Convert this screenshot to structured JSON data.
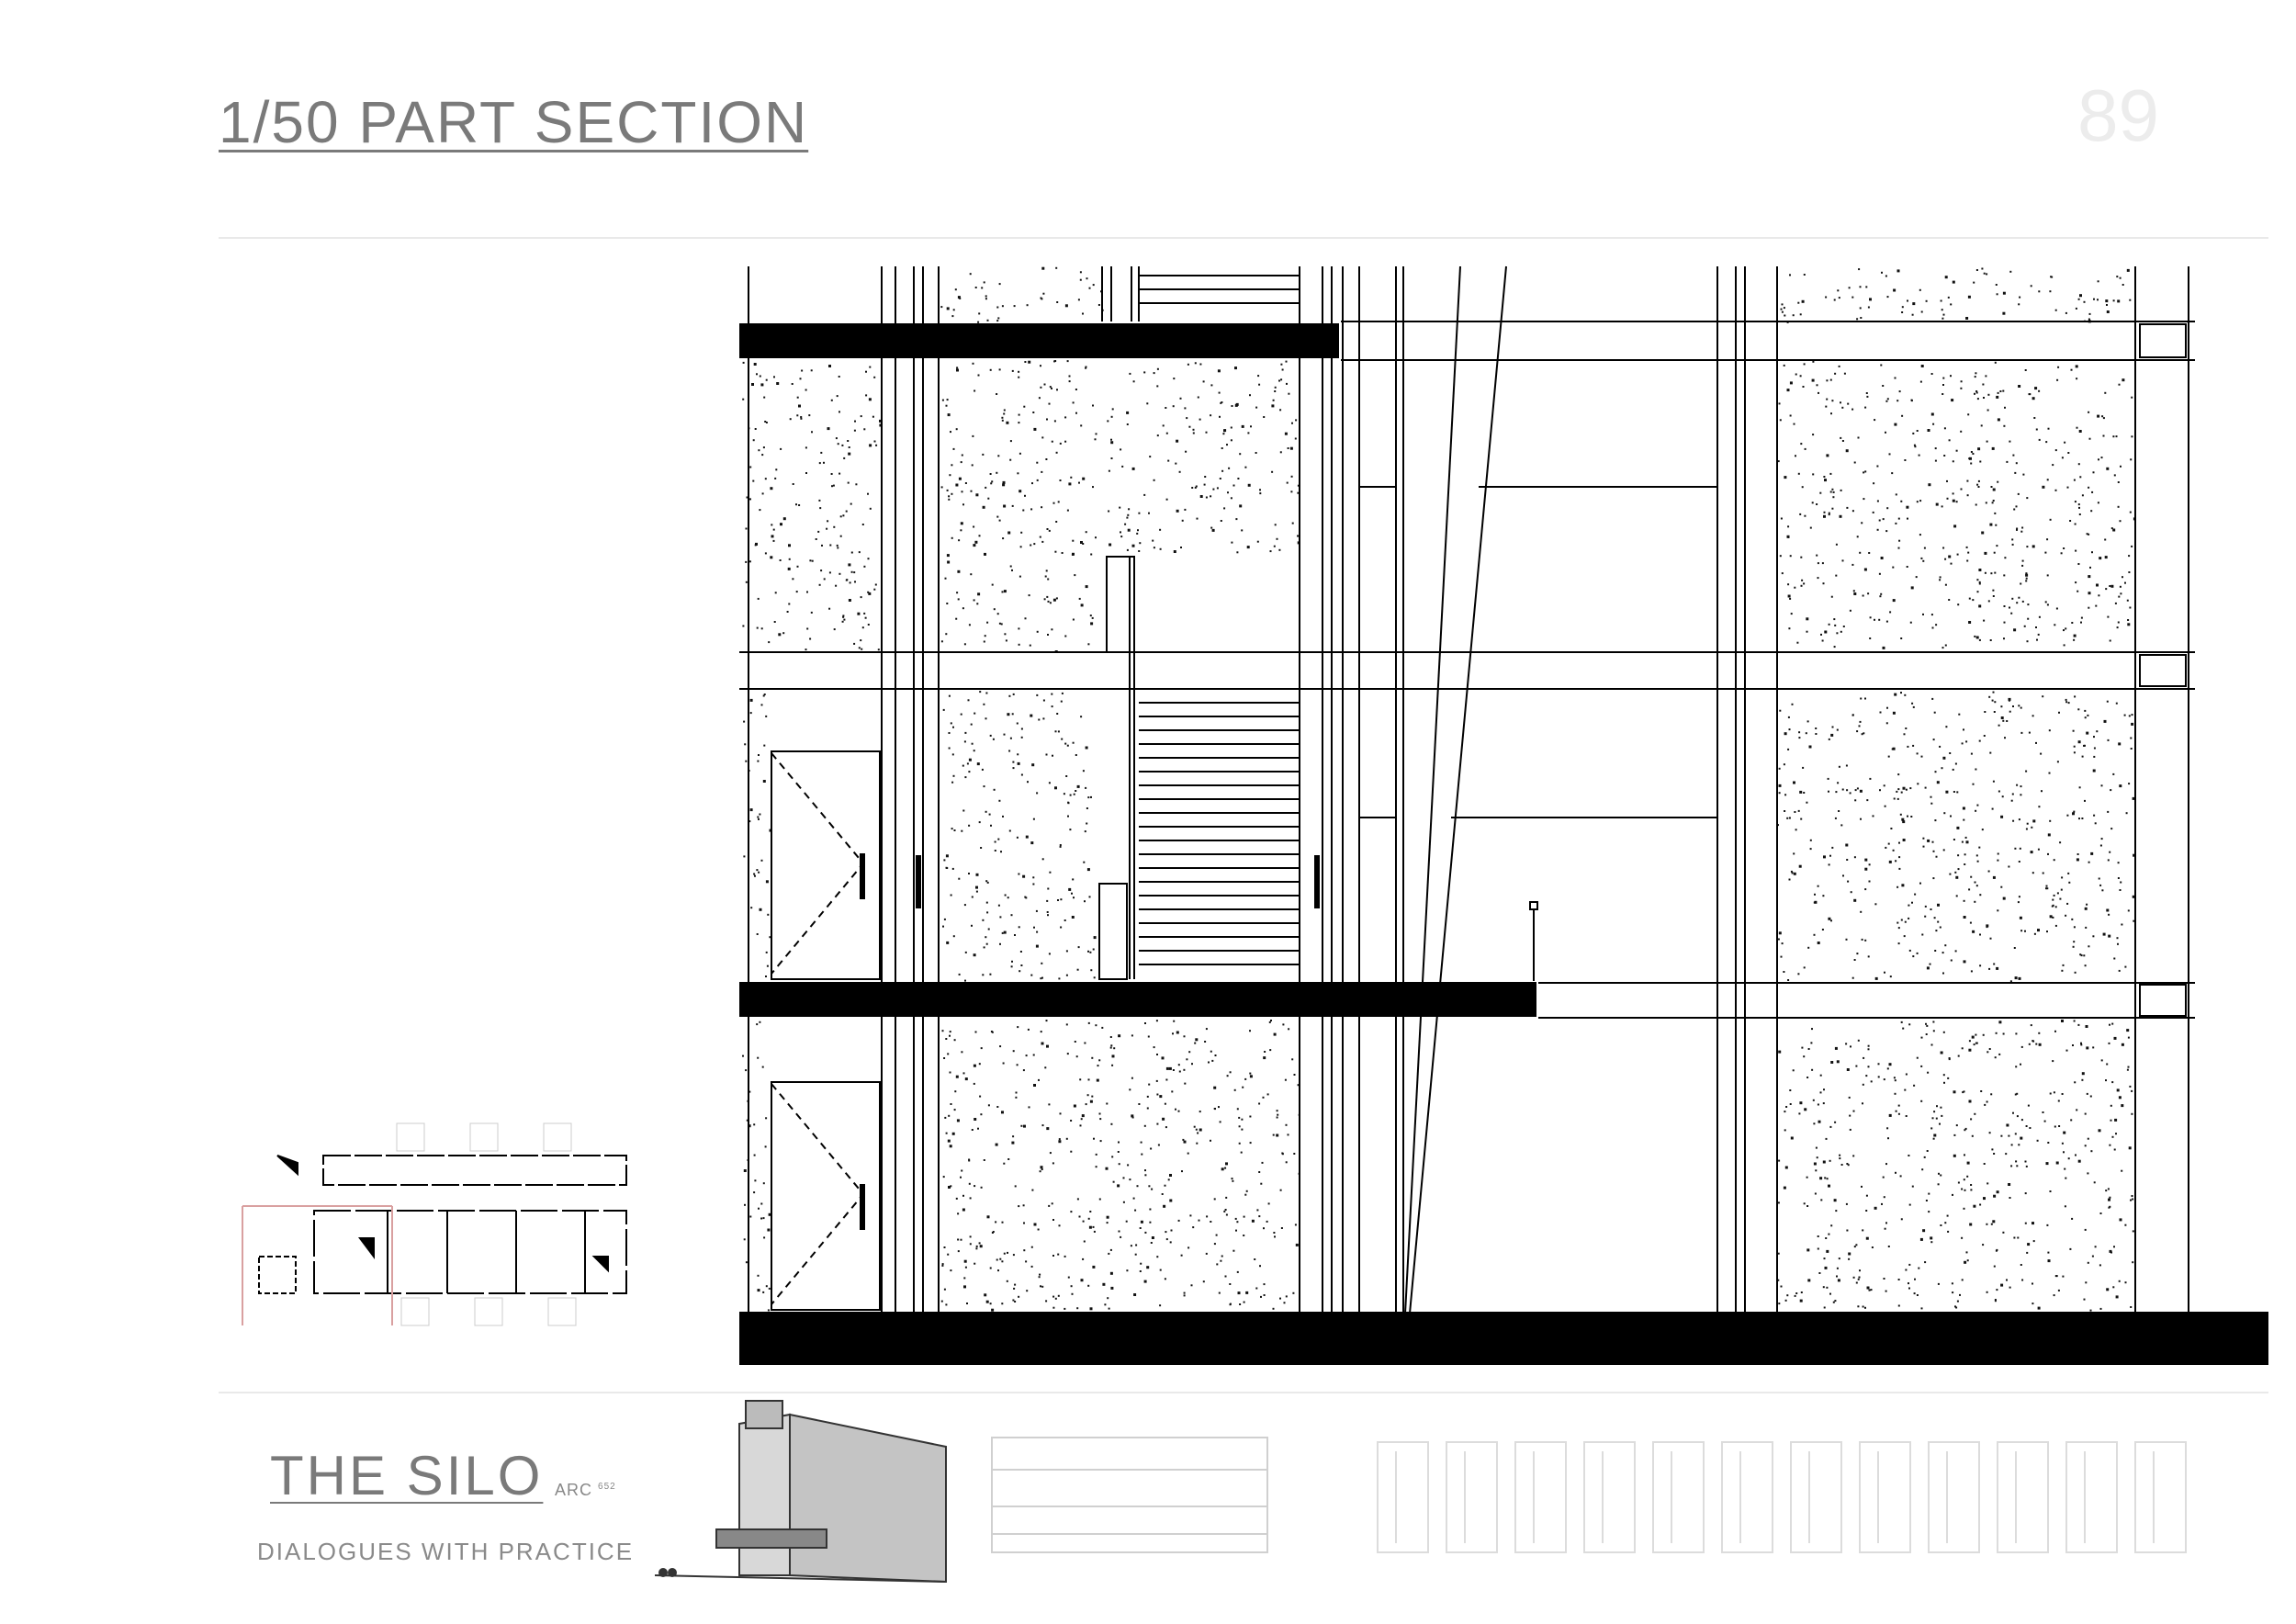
{
  "header": {
    "title": "1/50 PART SECTION",
    "page_number": "89"
  },
  "footer": {
    "project_title": "THE SILO",
    "course_code": "ARC",
    "course_number": "652",
    "subtitle": "DIALOGUES WITH PRACTICE"
  },
  "colors": {
    "text": "#7a7a7a",
    "line": "#000000",
    "faint": "#e9e9e9",
    "keyplan_marker": "#d9a0a0"
  }
}
